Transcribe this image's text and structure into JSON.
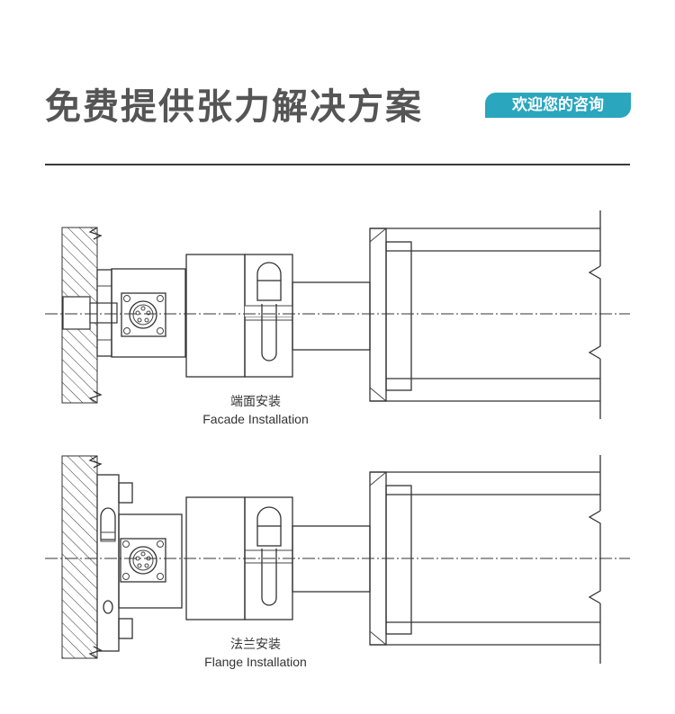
{
  "header": {
    "title": "免费提供张力解决方案",
    "consult_label": "欢迎您的咨询"
  },
  "diagrams": [
    {
      "caption_cn": "端面安装",
      "caption_en": "Facade Installation"
    },
    {
      "caption_cn": "法兰安装",
      "caption_en": "Flange Installation"
    }
  ],
  "colors": {
    "accent": "#2aa6bf",
    "title": "#555555",
    "line": "#333333"
  }
}
